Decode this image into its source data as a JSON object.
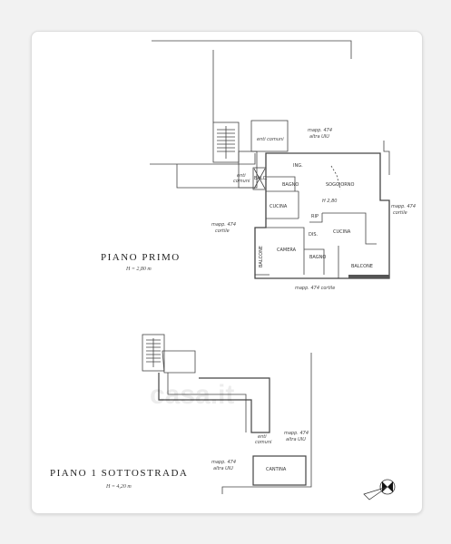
{
  "watermark": "casa.it",
  "floors": {
    "primo": {
      "title": "PIANO PRIMO",
      "height": "H = 2,80 m",
      "rooms": {
        "enti_comuni_top": "enti comuni",
        "mapp_altra_top": "mapp. 474",
        "altra_uiu_top": "altra UIU",
        "enti_comuni_left": "enti",
        "enti_comuni_left2": "comuni",
        "balc": "BALC.",
        "ing": "ING.",
        "bagno_1": "BAGNO",
        "soggiorno": "SOGGIORNO",
        "h_280": "H 2,80",
        "cucina_1": "CUCINA",
        "rip": "RIP",
        "cucina_2": "CUCINA",
        "dis": "DIS.",
        "camera": "CAMERA",
        "balcone_1": "BALCONE",
        "bagno_2": "BAGNO",
        "balcone_2": "BALCONE",
        "mapp_cortile_left": "mapp. 474",
        "cortile_left": "cortile",
        "mapp_cortile_right": "mapp. 474",
        "cortile_right": "cortile",
        "mapp_cortile_bottom": "mapp. 474 cortile"
      }
    },
    "sottostrada": {
      "title": "PIANO 1 SOTTOSTRADA",
      "height": "H = 4,20 m",
      "rooms": {
        "enti": "enti",
        "comuni": "comuni",
        "mapp_1": "mapp. 474",
        "altra_1": "altra UIU",
        "mapp_2": "mapp. 474",
        "altra_2": "altra UIU",
        "cantina": "CANTINA"
      }
    }
  },
  "colors": {
    "line": "#444444",
    "card": "#ffffff",
    "background": "#f2f2f2"
  },
  "icons": [
    "north-arrow-icon",
    "staircase-icon"
  ]
}
